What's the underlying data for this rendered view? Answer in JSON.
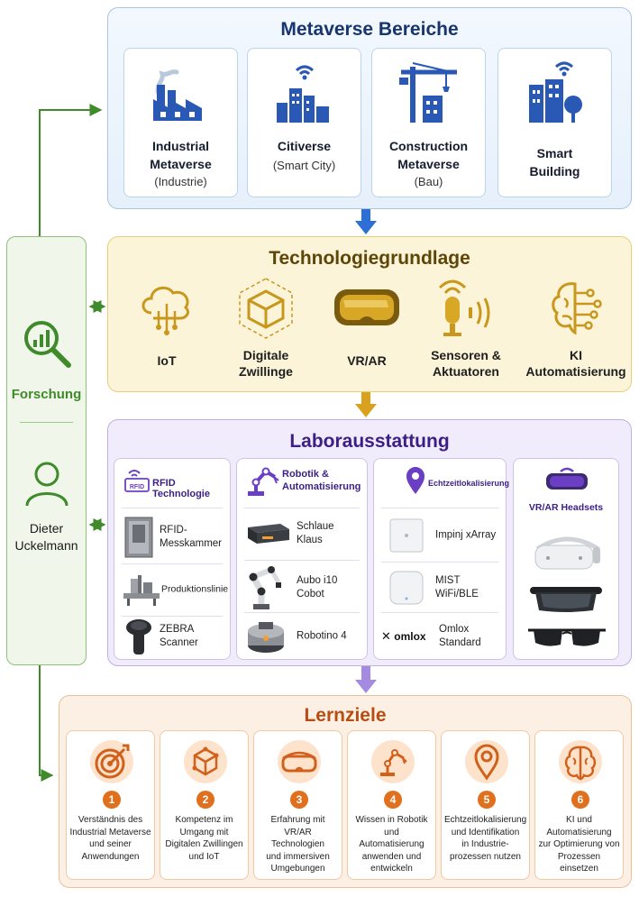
{
  "metaverse": {
    "title": "Metaverse Bereiche",
    "cards": [
      {
        "name": "Industrial\nMetaverse",
        "sub": "(Industrie)",
        "icon": "factory-icon"
      },
      {
        "name": "Citiverse",
        "sub": "(Smart City)",
        "icon": "smart-city-icon"
      },
      {
        "name": "Construction\nMetaverse",
        "sub": "(Bau)",
        "icon": "crane-icon"
      },
      {
        "name": "Smart\nBuilding",
        "sub": "",
        "icon": "smart-building-icon"
      }
    ]
  },
  "technology": {
    "title": "Technologiegrundlage",
    "items": [
      {
        "label": "IoT",
        "icon": "cloud-iot-icon"
      },
      {
        "label": "Digitale\nZwillinge",
        "icon": "cube-icon"
      },
      {
        "label": "VR/AR",
        "icon": "vr-headset-icon"
      },
      {
        "label": "Sensoren &\nAktuatoren",
        "icon": "sensor-icon"
      },
      {
        "label": "KI\nAutomatisierung",
        "icon": "brain-icon"
      }
    ]
  },
  "lab": {
    "title": "Laborausstattung",
    "columns": [
      {
        "title": "RFID Technologie",
        "icon": "rfid-icon",
        "items": [
          {
            "label": "RFID-\nMesskammer",
            "icon": "chamber-icon"
          },
          {
            "label": "Produktionslinie",
            "icon": "production-line-icon"
          },
          {
            "label": "ZEBRA\nScanner",
            "icon": "scanner-icon"
          }
        ]
      },
      {
        "title": "Robotik &\nAutomatisierung",
        "icon": "robot-arm-icon",
        "items": [
          {
            "label": "Schlaue Klaus",
            "icon": "mobile-robot-icon"
          },
          {
            "label": "Aubo i10\nCobot",
            "icon": "cobot-icon"
          },
          {
            "label": "Robotino 4",
            "icon": "robotino-icon"
          }
        ]
      },
      {
        "title": "Echtzeitlokalisierung",
        "icon": "location-pin-icon",
        "items": [
          {
            "label": "Impinj xArray",
            "icon": "xarray-icon"
          },
          {
            "label": "MIST\nWiFi/BLE",
            "icon": "access-point-icon"
          },
          {
            "label": "Omlox\nStandard",
            "icon": "omlox-logo",
            "logo_text": "omlox"
          }
        ]
      },
      {
        "title": "VR/AR Headsets",
        "icon": "vr-headset-icon",
        "items": [
          {
            "label": "",
            "icon": "quest-headset-icon"
          },
          {
            "label": "",
            "icon": "hololens-icon"
          },
          {
            "label": "",
            "icon": "ar-glasses-icon"
          }
        ]
      }
    ]
  },
  "learning": {
    "title": "Lernziele",
    "goals": [
      {
        "number": "1",
        "text": "Verständnis des\nIndustrial Metaverse\nund seiner\nAnwendungen",
        "icon": "target-icon"
      },
      {
        "number": "2",
        "text": "Kompetenz im\nUmgang mit\nDigitalen Zwillingen\nund IoT",
        "icon": "network-cube-icon"
      },
      {
        "number": "3",
        "text": "Erfahrung mit\nVR/AR Technologien\nund immersiven\nUmgebungen",
        "icon": "vr-goggles-icon"
      },
      {
        "number": "4",
        "text": "Wissen in Robotik\nund Automatisierung\nanwenden und\nentwickeln",
        "icon": "robot-arm-icon"
      },
      {
        "number": "5",
        "text": "Echtzeitlokalisierung\nund Identifikation\nin Industrie-\nprozessen nutzen",
        "icon": "location-pin-icon"
      },
      {
        "number": "6",
        "text": "KI und Automatisierung\nzur Optimierung von\nProzessen\neinsetzen",
        "icon": "brain-icon"
      }
    ]
  },
  "sidebar": {
    "research_label": "Forschung",
    "person_name": "Dieter\nUckelmann"
  },
  "colors": {
    "metaverse_blue": "#2c5cb8",
    "technology_gold": "#c9971c",
    "lab_purple": "#6b3fc4",
    "learning_orange": "#e0701e",
    "sidebar_green": "#3f8a2a"
  }
}
